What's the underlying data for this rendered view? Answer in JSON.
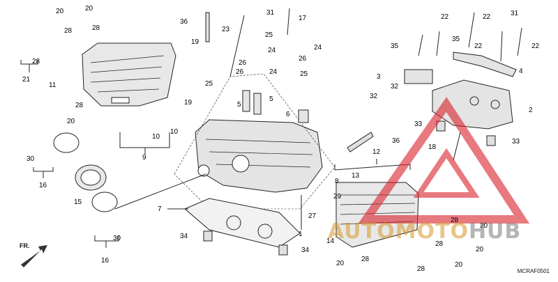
{
  "diagram": {
    "labels": [
      "20",
      "20",
      "28",
      "28",
      "21",
      "28",
      "11",
      "28",
      "20",
      "30",
      "16",
      "15",
      "30",
      "16",
      "36",
      "23",
      "19",
      "19",
      "25",
      "31",
      "17",
      "25",
      "24",
      "26",
      "24",
      "26",
      "24",
      "26",
      "25",
      "5",
      "5",
      "6",
      "10",
      "10",
      "9",
      "3",
      "32",
      "32",
      "4",
      "35",
      "22",
      "31",
      "35",
      "22",
      "22",
      "22",
      "2",
      "33",
      "18",
      "33",
      "36",
      "12",
      "13",
      "8",
      "29",
      "27",
      "7",
      "34",
      "34",
      "1",
      "14",
      "28",
      "20",
      "28",
      "20",
      "28",
      "20",
      "20",
      "28"
    ],
    "part_code": "MCRAF0501",
    "direction_label": "FR.",
    "watermark": {
      "part1": "AUTOMOTO",
      "part2": "HUB"
    }
  },
  "colors": {
    "line": "#222222",
    "fill": "#e6e6e6",
    "watermark_red": "#d9202a",
    "watermark_gold": "#d69628"
  }
}
